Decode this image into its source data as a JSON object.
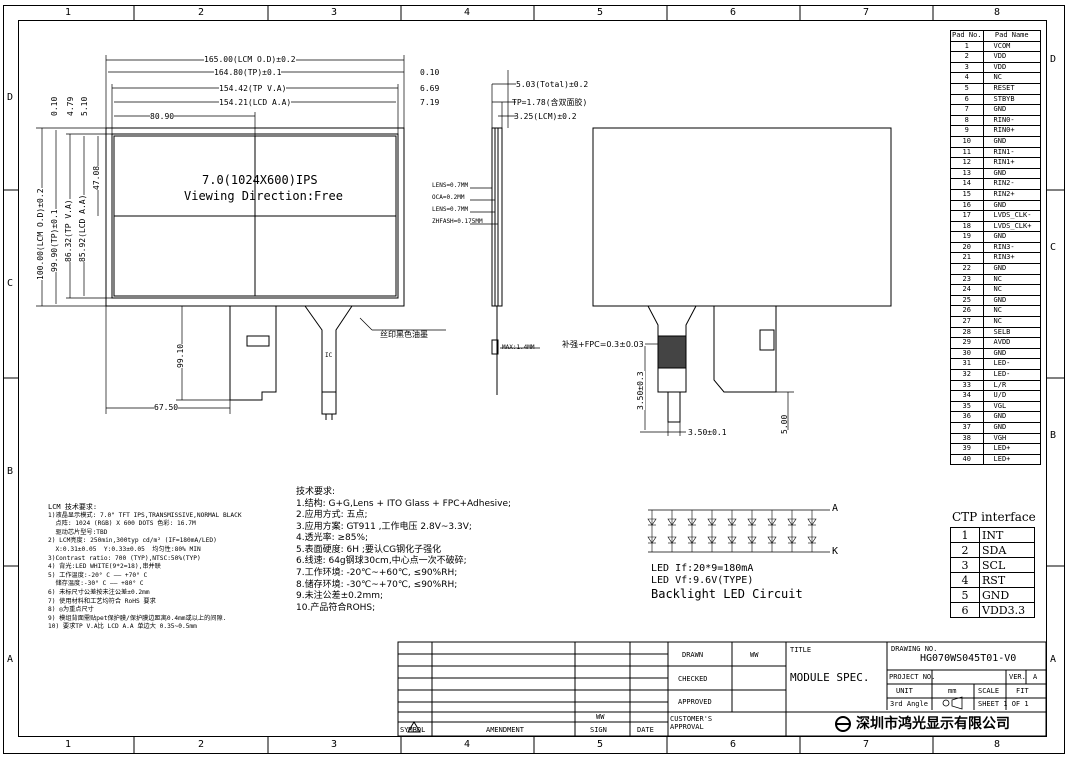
{
  "grid": {
    "cols": [
      "1",
      "2",
      "3",
      "4",
      "5",
      "6",
      "7",
      "8"
    ],
    "rows": [
      "D",
      "C",
      "B",
      "A"
    ]
  },
  "front_view": {
    "screen_line1": "7.0(1024X600)IPS",
    "screen_line2": "Viewing Direction:Free",
    "dim_lcm_od": "165.00(LCM O.D)±0.2",
    "dim_tp": "164.80(TP)±0.1",
    "dim_tp_va": "154.42(TP V.A)",
    "dim_lcd_aa": "154.21(LCD A.A)",
    "dim_80": "80.90",
    "dim_right_010": "0.10",
    "dim_right_669": "6.69",
    "dim_right_719": "7.19",
    "dim_left_010": "0.10",
    "dim_left_479": "4.79",
    "dim_left_510": "5.10",
    "dim_4708": "47.08",
    "dim_h_lcm": "100.00(LCM O.D)±0.2",
    "dim_h_tp": "99.90(TP)±0.1",
    "dim_h_tpva": "86.32(TP V.A)",
    "dim_h_lcdaa": "85.92(LCD A.A)",
    "dim_9910": "99.10",
    "dim_6750": "67.50",
    "label_silk": "丝印黑色油墨",
    "ic_label": "IC"
  },
  "side_view": {
    "total": "5.03(Total)±0.2",
    "tp": "TP=1.78(含双面胶)",
    "lcm": "3.25(LCM)±0.2",
    "layer1": "LENS=0.7MM",
    "layer2": "OCA=0.2MM",
    "layer3": "LENS=0.7MM",
    "layer4": "ZHFASH=0.175MM",
    "max": "MAX:1.4MM"
  },
  "back_view": {
    "fpc_note": "补强+FPC=0.3±0.03",
    "dim_350_v": "3.50±0.3",
    "dim_350_h": "3.50±0.1",
    "dim_500": "5.00"
  },
  "pad_table": {
    "header": [
      "Pad No.",
      "Pad Name"
    ],
    "rows": [
      [
        "1",
        "VCOM"
      ],
      [
        "2",
        "VDD"
      ],
      [
        "3",
        "VDD"
      ],
      [
        "4",
        "NC"
      ],
      [
        "5",
        "RESET"
      ],
      [
        "6",
        "STBYB"
      ],
      [
        "7",
        "GND"
      ],
      [
        "8",
        "RIN0-"
      ],
      [
        "9",
        "RIN0+"
      ],
      [
        "10",
        "GND"
      ],
      [
        "11",
        "RIN1-"
      ],
      [
        "12",
        "RIN1+"
      ],
      [
        "13",
        "GND"
      ],
      [
        "14",
        "RIN2-"
      ],
      [
        "15",
        "RIN2+"
      ],
      [
        "16",
        "GND"
      ],
      [
        "17",
        "LVDS_CLK-"
      ],
      [
        "18",
        "LVDS_CLK+"
      ],
      [
        "19",
        "GND"
      ],
      [
        "20",
        "RIN3-"
      ],
      [
        "21",
        "RIN3+"
      ],
      [
        "22",
        "GND"
      ],
      [
        "23",
        "NC"
      ],
      [
        "24",
        "NC"
      ],
      [
        "25",
        "GND"
      ],
      [
        "26",
        "NC"
      ],
      [
        "27",
        "NC"
      ],
      [
        "28",
        "SELB"
      ],
      [
        "29",
        "AVDD"
      ],
      [
        "30",
        "GND"
      ],
      [
        "31",
        "LED-"
      ],
      [
        "32",
        "LED-"
      ],
      [
        "33",
        "L/R"
      ],
      [
        "34",
        "U/D"
      ],
      [
        "35",
        "VGL"
      ],
      [
        "36",
        "GND"
      ],
      [
        "37",
        "GND"
      ],
      [
        "38",
        "VGH"
      ],
      [
        "39",
        "LED+"
      ],
      [
        "40",
        "LED+"
      ]
    ]
  },
  "ctp": {
    "title": "CTP interface",
    "rows": [
      [
        "1",
        "INT"
      ],
      [
        "2",
        "SDA"
      ],
      [
        "3",
        "SCL"
      ],
      [
        "4",
        "RST"
      ],
      [
        "5",
        "GND"
      ],
      [
        "6",
        "VDD3.3"
      ]
    ]
  },
  "led": {
    "anode": "A",
    "cathode": "K",
    "if": "LED If:20*9=180mA",
    "vf": "LED Vf:9.6V(TYPE)",
    "title": "Backlight LED Circuit"
  },
  "lcm_notes": {
    "title": "LCM 技术要求:",
    "lines": [
      "1)液晶显示模式: 7.0\" TFT IPS,TRANSMISSIVE,NORMAL BLACK",
      "  点阵: 1024 (RGB) X 600 DOTS 色彩: 16.7M",
      "  驱动芯片型号:TBD",
      "2) LCM亮度: 250min,300typ cd/m² (IF=180mA/LED)",
      "  X:0.31±0.05  Y:0.33±0.05  均匀性:80% MIN",
      "3)Contrast ratio: 700 (TYP),NTSC:50%(TYP)",
      "4) 背光:LED WHITE(9*2=18),串并联",
      "5) 工作温度:-20° C —— +70° C",
      "  储存温度:-30° C —— +80° C",
      "6) 未标尺寸公差按未注公差±0.2mm",
      "7) 使用材料和工艺均符合 RoHS 要求",
      "8) ◎为重点尺寸",
      "9) 模组背面需贴pet保护膜/保护膜边距离0.4mm或以上的间隙.",
      "10) 要求TP V.A比 LCD A.A 单边大 0.35~0.5mm"
    ]
  },
  "tech_notes": {
    "title": "技术要求:",
    "lines": [
      "1.结构: G+G,Lens + ITO Glass + FPC+Adhesive;",
      "2.应用方式: 五点;",
      "3.应用方案: GT911 ,工作电压 2.8V~3.3V;",
      "4.透光率: ≥85%;",
      "5.表面硬度: 6H ;要认CG钢化子强化",
      "6.线速: 64g钢球30cm,中心点一次不破碎;",
      "7.工作环境: -20℃~+60℃, ≤90%RH;",
      "8.储存环境: -30℃~+70℃, ≤90%RH;",
      "9.未注公差±0.2mm;",
      "10.产品符合ROHS;"
    ]
  },
  "title_block": {
    "symbol": "SYMBOL",
    "amendment": "AMENDMENT",
    "sign": "SIGN",
    "date": "DATE",
    "ww_sign": "WW",
    "drawn": "DRAWN",
    "drawn_by": "WW",
    "checked": "CHECKED",
    "approved": "APPROVED",
    "customer_approval": "CUSTOMER'S APPROVAL",
    "title_label": "TITLE",
    "title_value": "MODULE SPEC.",
    "drawing_no_label": "DRAWING NO.",
    "drawing_no": "HG070WS045T01-V0",
    "project_no": "PROJECT NO.",
    "ver_label": "VER.",
    "ver": "A",
    "unit_label": "UNIT",
    "unit": "mm",
    "scale_label": "SCALE",
    "scale": "FIT",
    "angle": "3rd Angle",
    "sheet": "SHEET 1 OF 1",
    "company": "深圳市鸿光显示有限公司"
  }
}
